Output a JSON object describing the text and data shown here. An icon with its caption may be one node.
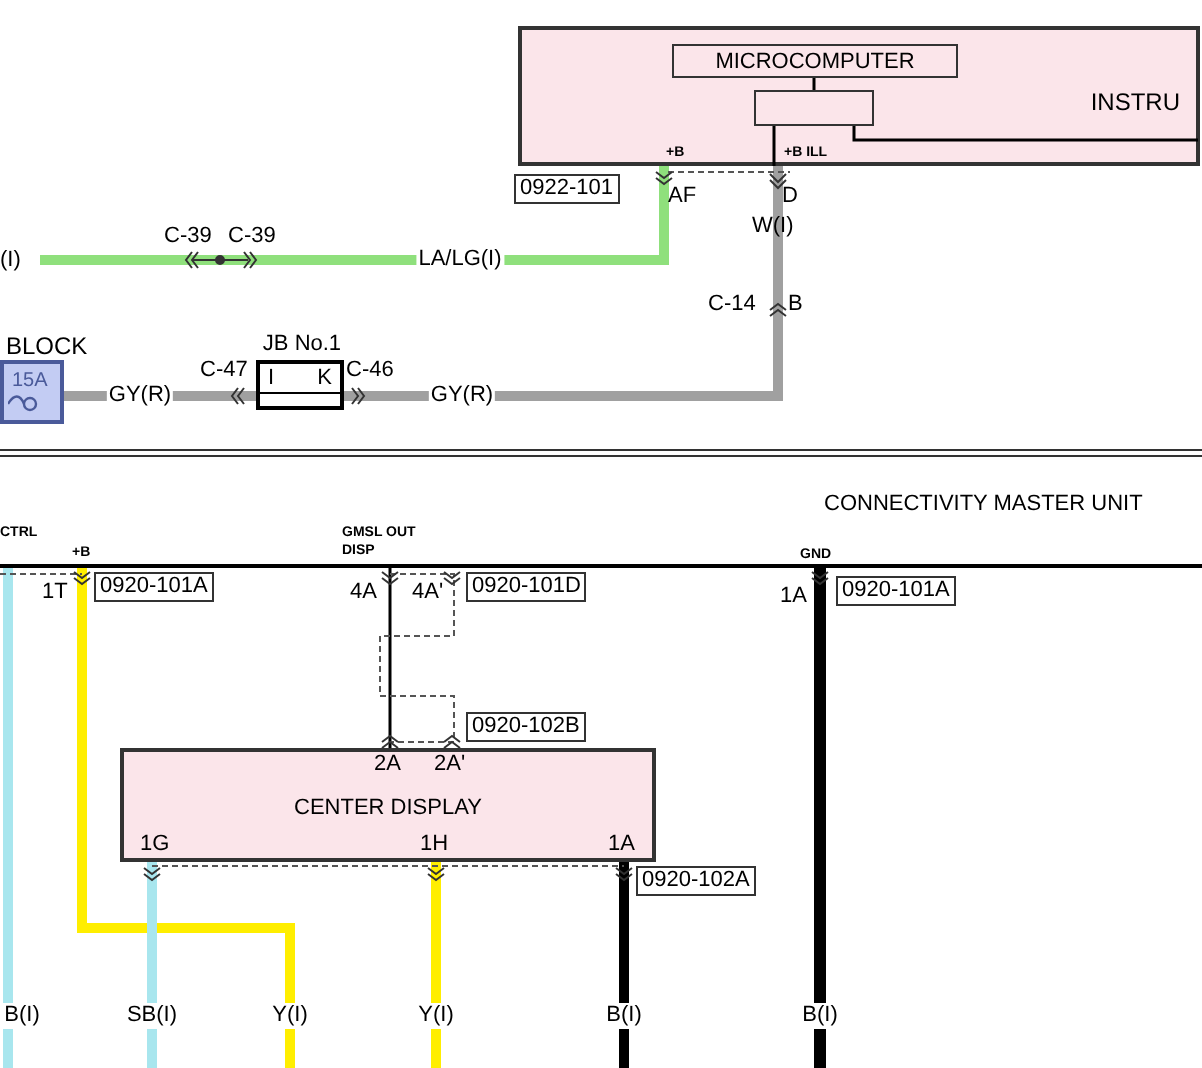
{
  "diagram": {
    "nodes": [
      {
        "text": [
          "INSTRU"
        ]
      },
      {
        "text": [
          "MICROCOMPUTER"
        ],
        "in": 0
      },
      {
        "text": [],
        "shape": "box",
        "in": 0
      },
      {
        "text": [
          "BLOCK",
          "15A"
        ]
      },
      {
        "text": [
          "JB No.1",
          "I",
          "K"
        ]
      },
      {
        "text": [
          "CONNECTIVITY MASTER UNIT"
        ]
      },
      {
        "text": [
          "CENTER DISPLAY"
        ]
      }
    ],
    "edges": [
      {
        "from": null,
        "to": 0,
        "arrow": "none",
        "label": "LA/LG(I)",
        "color": "#8fe07c"
      },
      {
        "from": 3,
        "to": 4,
        "arrow": "none",
        "label": "GY(R)",
        "color": "#a0a0a0"
      },
      {
        "from": 4,
        "to": 0,
        "arrow": "other",
        "label": "GY(R)",
        "color": "#a0a0a0"
      },
      {
        "from": 1,
        "to": 2,
        "arrow": "none"
      },
      {
        "from": 2,
        "to": 0,
        "arrow": "none"
      },
      {
        "from": 2,
        "to": null,
        "arrow": "none"
      },
      {
        "from": 5,
        "to": null,
        "arrow": "none",
        "label": "B(I)",
        "color": "#a8e6ee"
      },
      {
        "from": 5,
        "to": null,
        "arrow": "none",
        "label": "Y(I)",
        "color": "#ffee00"
      },
      {
        "from": 5,
        "to": 6,
        "arrow": "none"
      },
      {
        "from": 6,
        "to": null,
        "arrow": "none",
        "label": "SB(I)",
        "color": "#a8e6ee"
      },
      {
        "from": 6,
        "to": null,
        "arrow": "none",
        "label": "Y(I)",
        "color": "#ffee00"
      },
      {
        "from": 6,
        "to": null,
        "arrow": "none",
        "label": "B(I)"
      },
      {
        "from": 5,
        "to": null,
        "arrow": "none",
        "label": "B(I)"
      }
    ],
    "labels": [
      "(I)",
      "C-39",
      "C-39",
      "0922-101",
      "+B",
      "+B ILL",
      "AF",
      "D",
      "W(I)",
      "C-14",
      "B",
      "C-47",
      "C-46",
      "CTRL",
      "+B",
      "GMSL OUT DISP",
      "GND",
      "1T",
      "0920-101A",
      "4A",
      "4A'",
      "0920-101D",
      "1A",
      "0920-101A",
      "0920-102B",
      "2A",
      "2A'",
      "1G",
      "1H",
      "1A",
      "0920-102A"
    ]
  }
}
